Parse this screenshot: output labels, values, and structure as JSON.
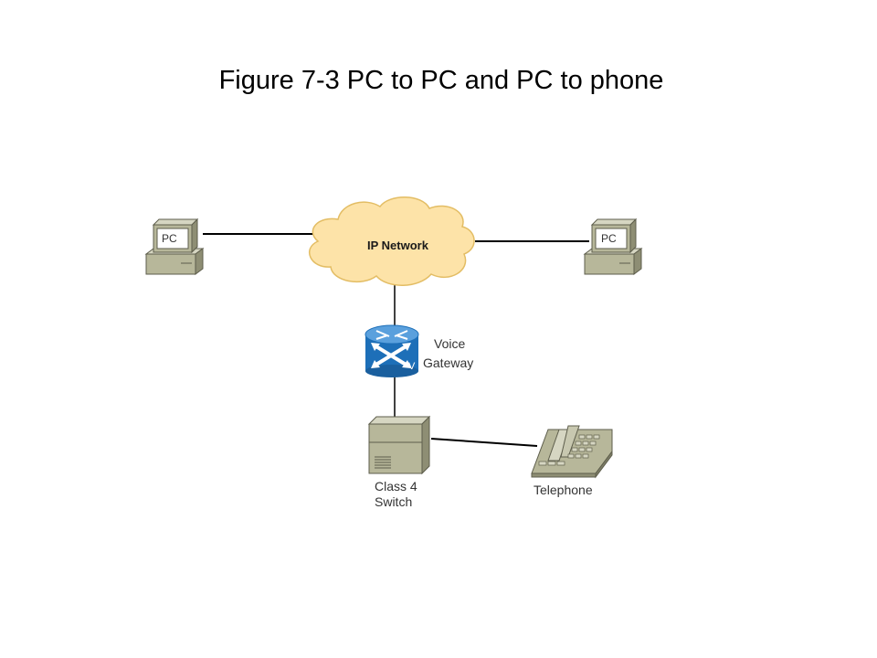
{
  "title": "Figure 7-3 PC to PC and PC to phone",
  "nodes": {
    "pc_left": {
      "label": "PC"
    },
    "pc_right": {
      "label": "PC"
    },
    "ip_network": {
      "label": "IP Network"
    },
    "voice_gateway": {
      "label_line1": "Voice",
      "label_line2": "Gateway"
    },
    "class4_switch": {
      "label_line1": "Class 4",
      "label_line2": "Switch"
    },
    "telephone": {
      "label": "Telephone"
    }
  },
  "colors": {
    "device_body": "#b7b79a",
    "device_dark": "#7d7d66",
    "cloud_fill": "#fde3a8",
    "cloud_stroke": "#e3bd64",
    "router_blue": "#1d6fb8",
    "line": "#000000"
  }
}
